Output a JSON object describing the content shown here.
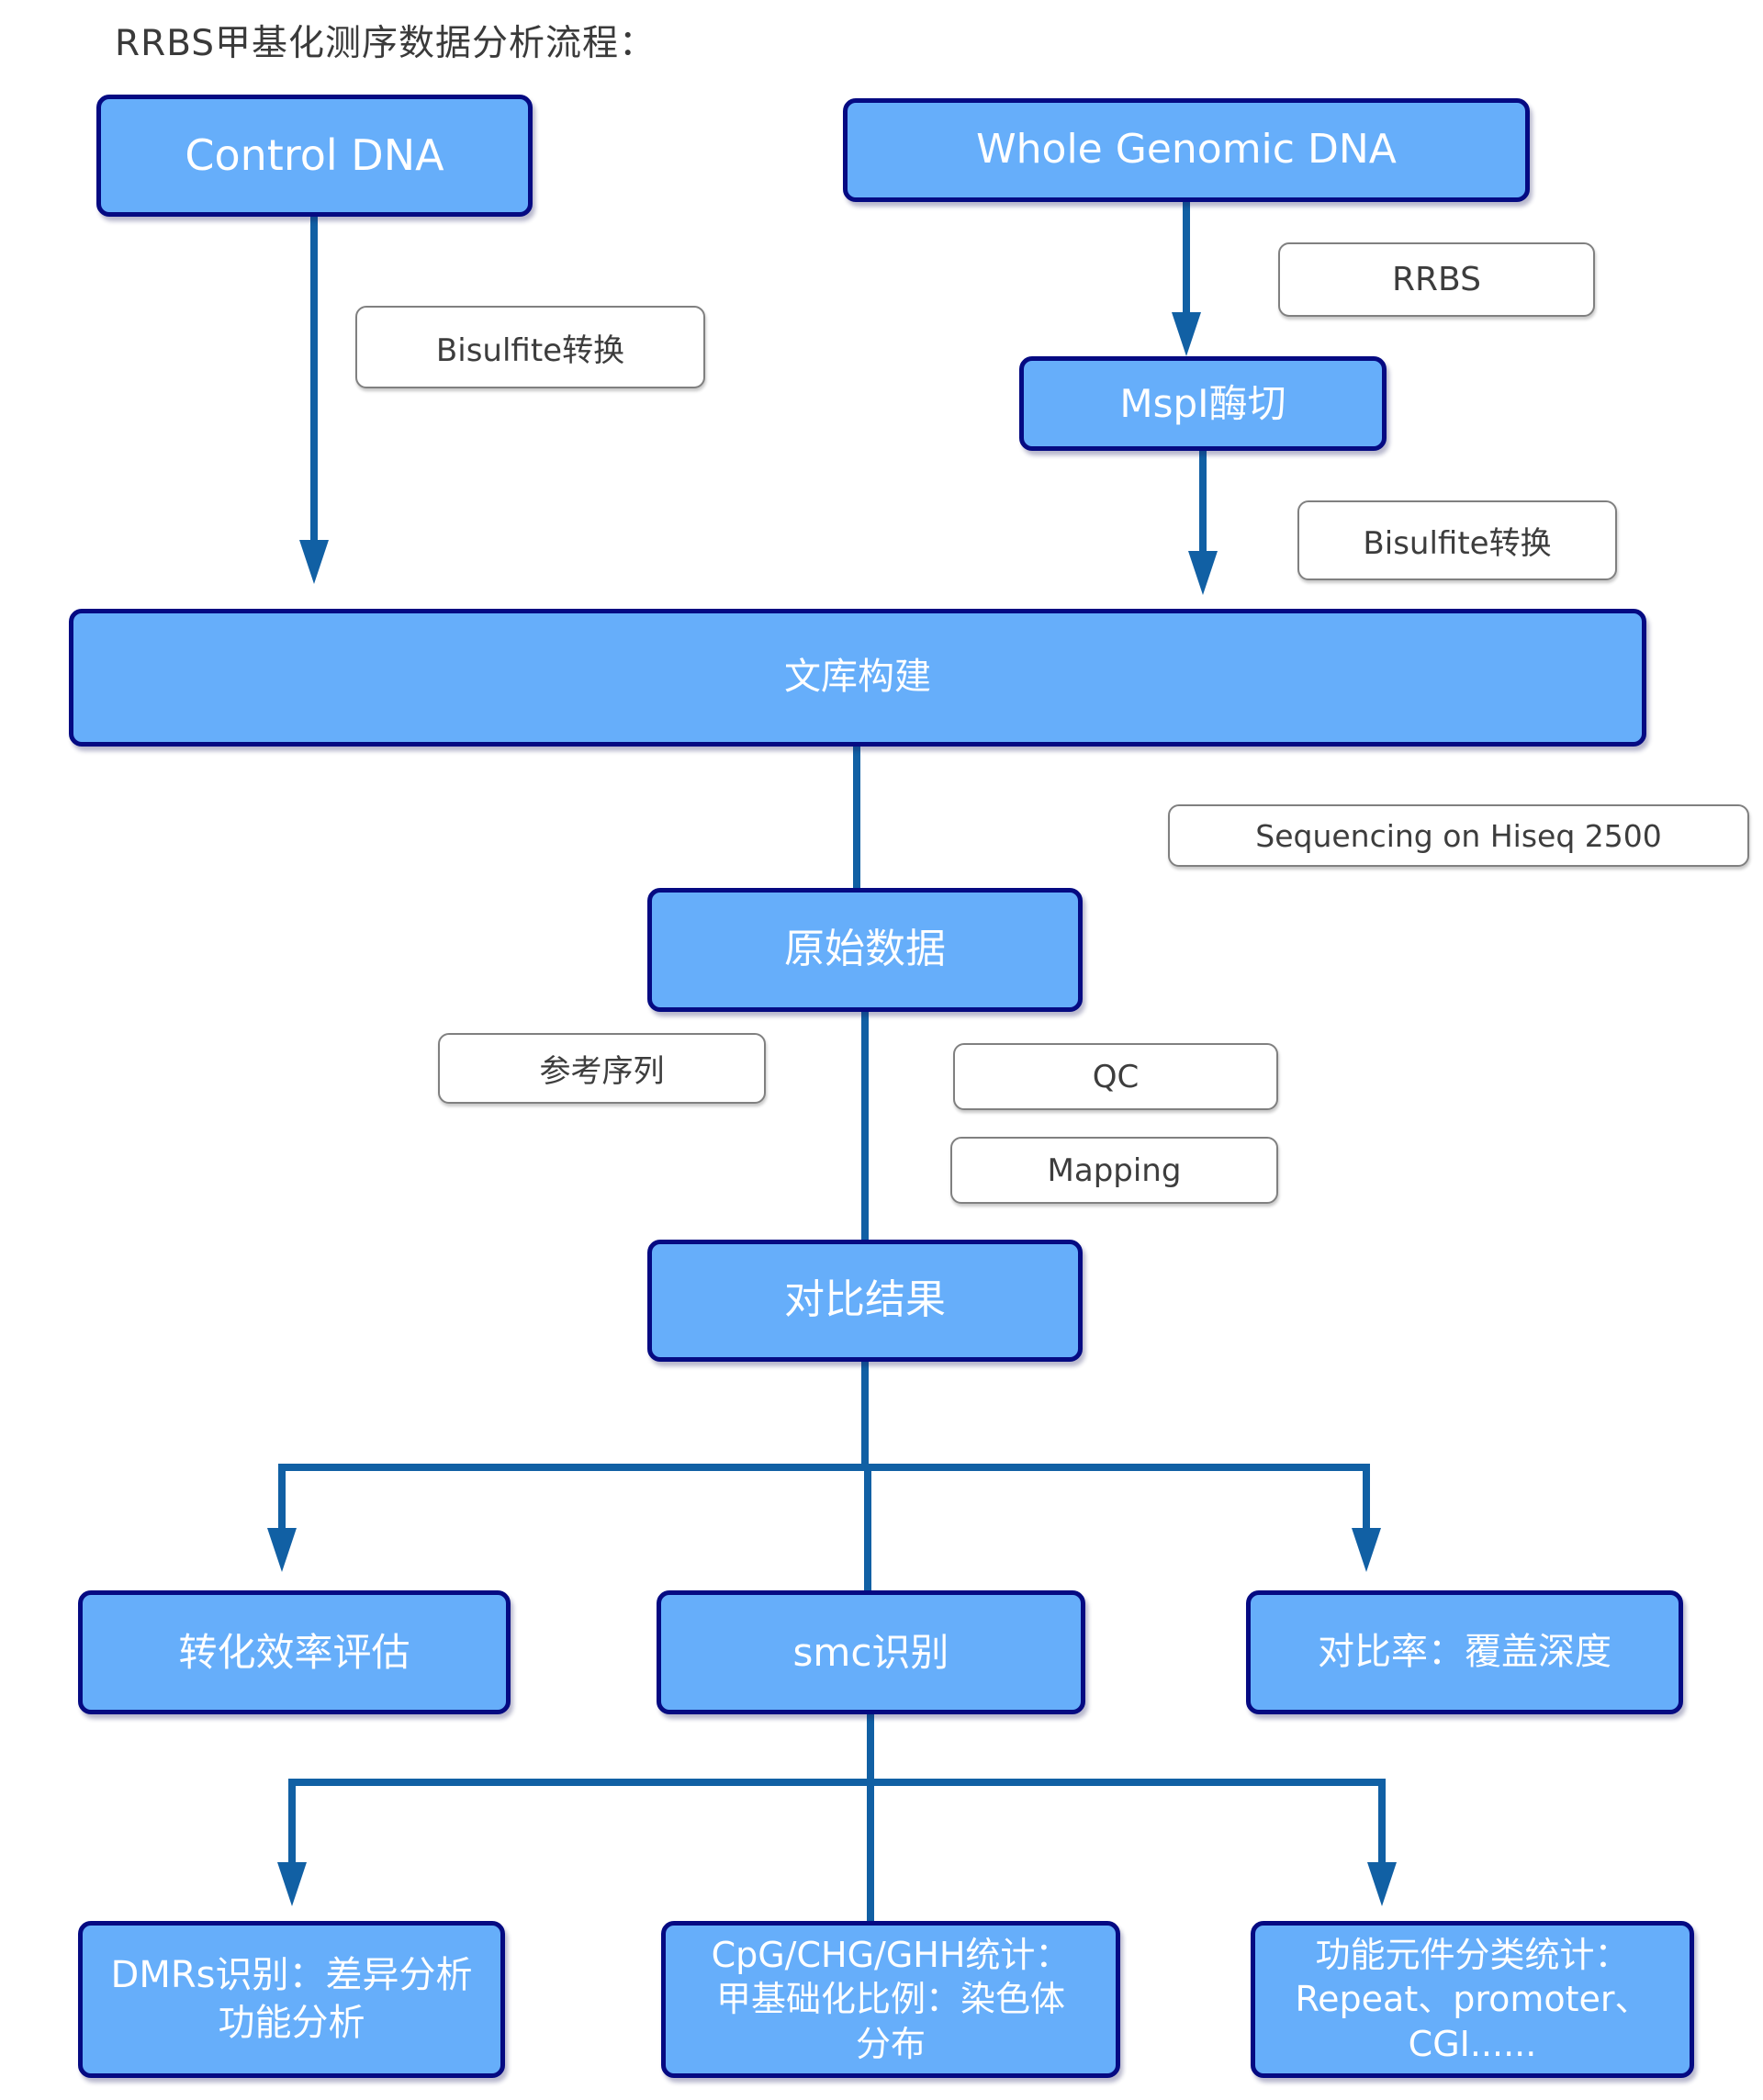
{
  "title": "RRBS甲基化测序数据分析流程：",
  "colors": {
    "node_fill": "#66aefa",
    "node_border": "#050a82",
    "connector": "#1160a4",
    "tag_border": "#808080",
    "tag_text": "#3d3d3d",
    "node_text": "#ffffff",
    "title_text": "#3a3a3a"
  },
  "nodes": {
    "control_dna": {
      "label": "Control DNA"
    },
    "whole_genomic_dna": {
      "label": "Whole Genomic DNA"
    },
    "mspi": {
      "label": "MspI酶切"
    },
    "library": {
      "label": "文库构建"
    },
    "raw_data": {
      "label": "原始数据"
    },
    "align_result": {
      "label": "对比结果"
    },
    "conversion_eval": {
      "label": "转化效率评估"
    },
    "smc": {
      "label": "smc识别"
    },
    "align_ratio": {
      "label": "对比率：覆盖深度"
    },
    "dmrs": {
      "lines": [
        "DMRs识别：差异分析",
        "功能分析"
      ]
    },
    "cpg_stats": {
      "lines": [
        "CpG/CHG/GHH统计：",
        "甲基础化比例：染色体",
        "分布"
      ]
    },
    "functional": {
      "lines": [
        "功能元件分类统计：",
        "Repeat、promoter、",
        "CGI......"
      ]
    }
  },
  "tags": {
    "bisulfite_left": "Bisulfite转换",
    "rrbs": "RRBS",
    "bisulfite_right": "Bisulfite转换",
    "sequencing": "Sequencing on Hiseq 2500",
    "reference": "参考序列",
    "qc": "QC",
    "mapping": "Mapping"
  }
}
